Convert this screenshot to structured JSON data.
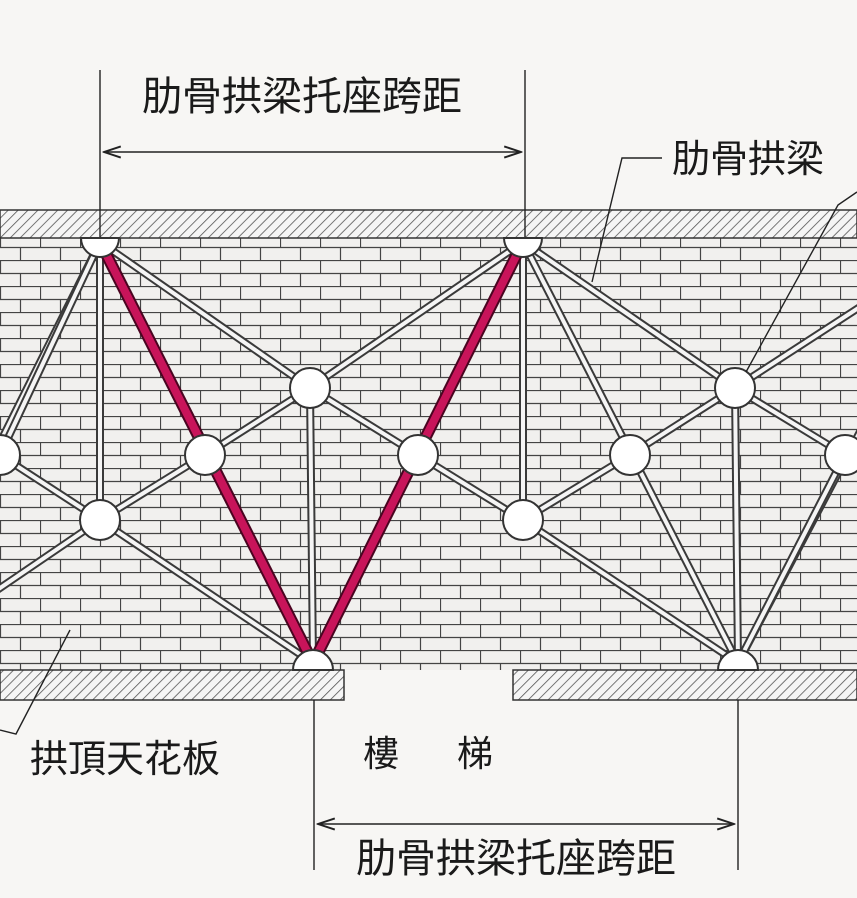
{
  "labels": {
    "span_top": "肋骨拱梁托座跨距",
    "rib_beam": "肋骨拱梁",
    "vault_ceiling": "拱頂天花板",
    "stair_left": "樓",
    "stair_right": "梯",
    "span_bottom": "肋骨拱梁托座跨距"
  },
  "colors": {
    "background": "#f7f6f4",
    "brick_fill": "#f1f0ee",
    "mortar": "#444444",
    "rib_outline": "#3a3a3a",
    "rib_fill": "#f5f5f5",
    "highlight_rib": "#c8145a",
    "node_fill": "#ffffff",
    "hatch": "#555555"
  }
}
